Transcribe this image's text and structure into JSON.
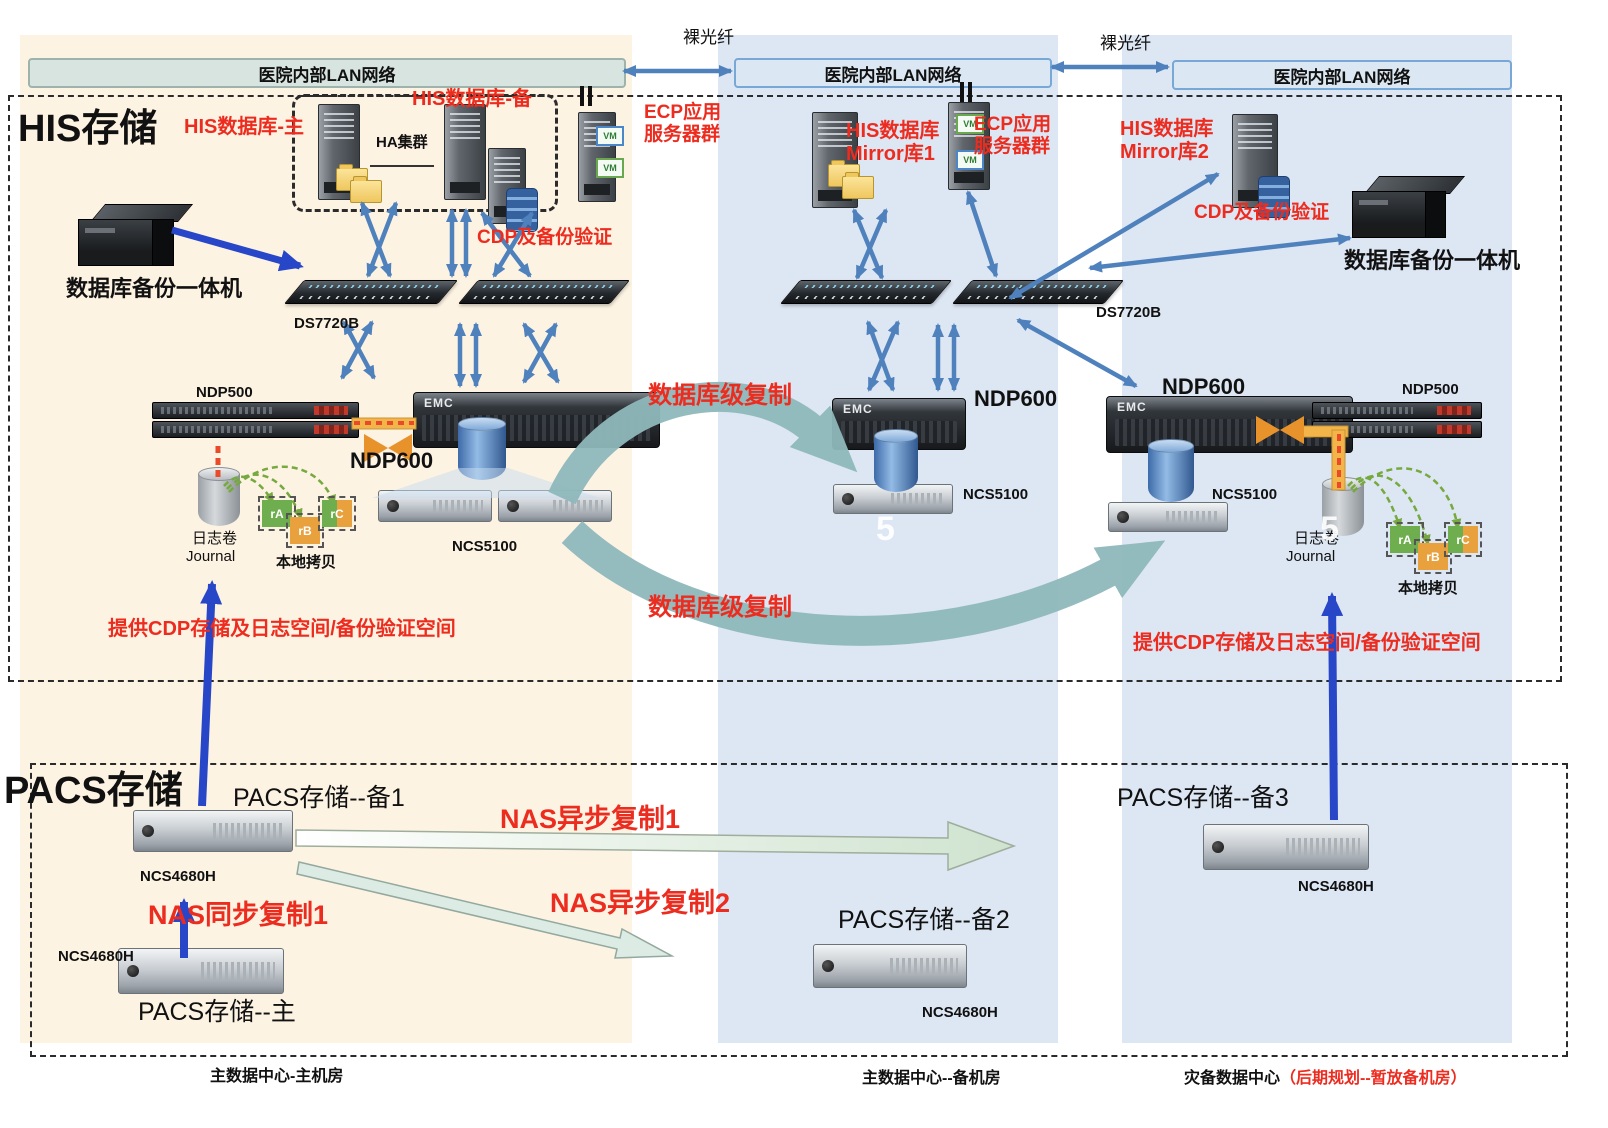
{
  "device_text": {
    "emc": "EMC",
    "vm": "VM"
  },
  "lan": {
    "bar1": "医院内部LAN网络",
    "bar2": "医院内部LAN网络",
    "bar3": "医院内部LAN网络",
    "fiber1": "裸光纤",
    "fiber2": "裸光纤"
  },
  "sections": {
    "his": "HIS存储",
    "pacs": "PACS存储"
  },
  "his_left": {
    "backup_appliance": "数据库备份一体机",
    "db_primary": "HIS数据库-主",
    "db_backup": "HIS数据库-备",
    "ha_cluster": "HA集群",
    "cdp_verify": "CDP及备份验证",
    "ecp1": "ECP应用",
    "ecp2": "服务器群",
    "switch": "DS7720B",
    "ndp500": "NDP500",
    "ndp600": "NDP600",
    "ncs5100": "NCS5100",
    "journal1": "日志卷",
    "journal2": "Journal",
    "local_copy": "本地拷贝",
    "chips": [
      "rA",
      "rB",
      "rC"
    ],
    "cdp_note": "提供CDP存储及日志空间/备份验证空间"
  },
  "his_mid": {
    "mirror1a": "HIS数据库",
    "mirror1b": "Mirror库1",
    "ecp1": "ECP应用",
    "ecp2": "服务器群",
    "switch": "DS7720B",
    "ndp600": "NDP600",
    "ncs5100": "NCS5100",
    "mark": "5"
  },
  "his_right": {
    "mirror2a": "HIS数据库",
    "mirror2b": "Mirror库2",
    "cdp_verify": "CDP及备份验证",
    "backup_appliance": "数据库备份一体机",
    "ndp600": "NDP600",
    "ndp500": "NDP500",
    "ncs5100": "NCS5100",
    "journal1": "日志卷",
    "journal2": "Journal",
    "mark": "5",
    "local_copy": "本地拷贝",
    "chips": [
      "rA",
      "rB",
      "rC"
    ],
    "cdp_note": "提供CDP存储及日志空间/备份验证空间"
  },
  "repl": {
    "db1": "数据库级复制",
    "db2": "数据库级复制",
    "nas_sync1": "NAS同步复制1",
    "nas_async1": "NAS异步复制1",
    "nas_async2": "NAS异步复制2"
  },
  "pacs": {
    "primary": "PACS存储--主",
    "b1": "PACS存储--备1",
    "b2": "PACS存储--备2",
    "b3": "PACS存储--备3",
    "m_primary": "NCS4680H",
    "m_b1": "NCS4680H",
    "m_b2": "NCS4680H",
    "m_b3": "NCS4680H"
  },
  "footer": {
    "left": "主数据中心-主机房",
    "mid": "主数据中心--备机房",
    "right": "灾备数据中心",
    "right_red": "（后期规划--暂放备机房）"
  }
}
